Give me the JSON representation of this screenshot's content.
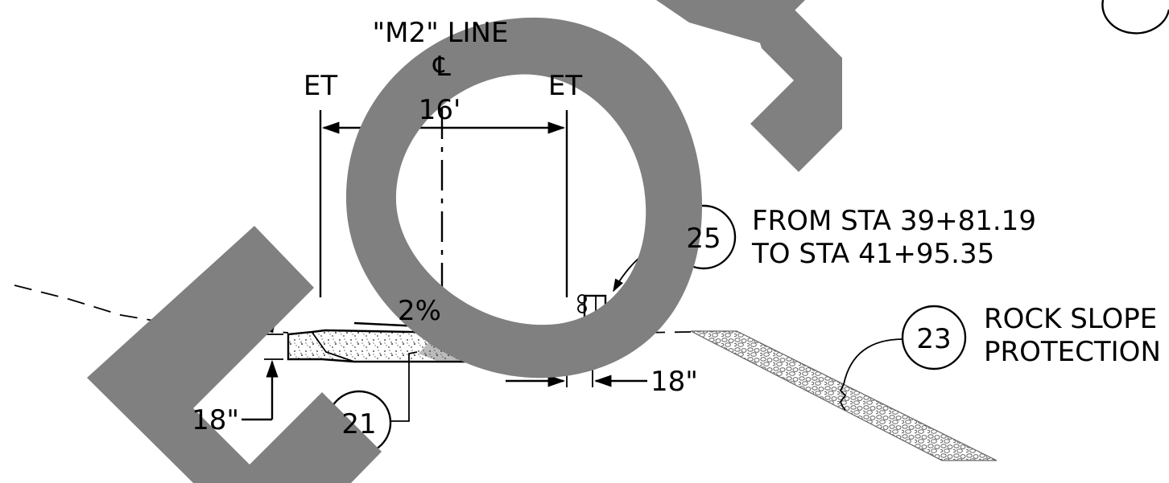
{
  "line_label": "\"M2\" LINE",
  "centerline_symbol": "℄",
  "edge_left": "ET",
  "edge_right": "ET",
  "width_dim": "16'",
  "slope": "2%",
  "depth_left": "18\"",
  "depth_right": "18\"",
  "callouts": {
    "c21": "21",
    "c25": "25",
    "c23": "23"
  },
  "note_25": {
    "line1": "FROM STA 39+81.19",
    "line2": "TO STA 41+95.35"
  },
  "note_23": {
    "line1": "ROCK SLOPE",
    "line2": "PROTECTION"
  },
  "colors": {
    "watermark": "#808080",
    "ink": "#000000"
  }
}
